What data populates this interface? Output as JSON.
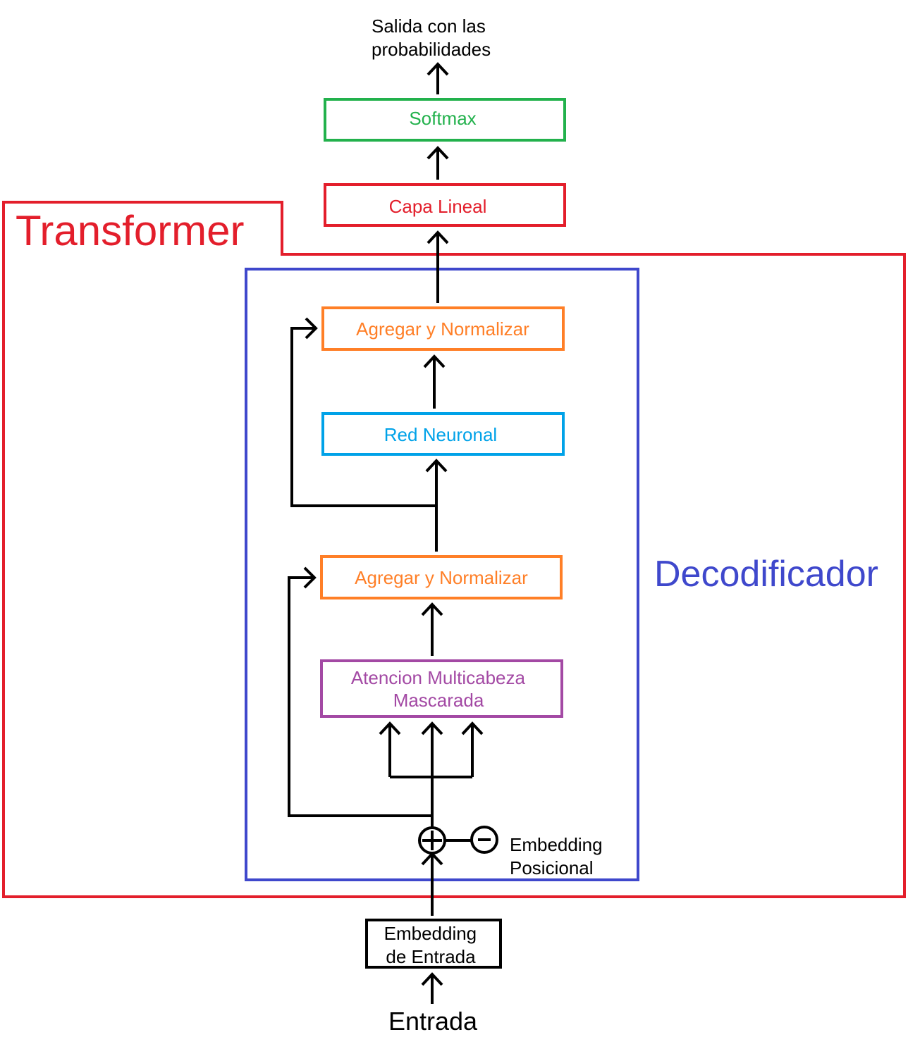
{
  "colors": {
    "transformer": "#e31e2b",
    "decoder": "#3f48cc",
    "softmax": "#22b14c",
    "linear": "#e31e2b",
    "add_norm": "#ff7f27",
    "ffn": "#00a2e8",
    "attention": "#a349a4",
    "black": "#000000"
  },
  "output_label": [
    "Salida con las",
    "probabilidades"
  ],
  "softmax_label": "Softmax",
  "linear_label": "Capa Lineal",
  "transformer_label": "Transformer",
  "decoder_label": "Decodificador",
  "add_norm_top_label": "Agregar y Normalizar",
  "ffn_label": "Red Neuronal",
  "add_norm_bottom_label": "Agregar y Normalizar",
  "attention_label": [
    "Atencion Multicabeza",
    "Mascarada"
  ],
  "positional_label": [
    "Embedding",
    "Posicional"
  ],
  "input_embedding_label": [
    "Embedding",
    "de Entrada"
  ],
  "input_label": "Entrada",
  "icons": {
    "plus": "plus-icon",
    "positional": "sine-wave-icon"
  }
}
